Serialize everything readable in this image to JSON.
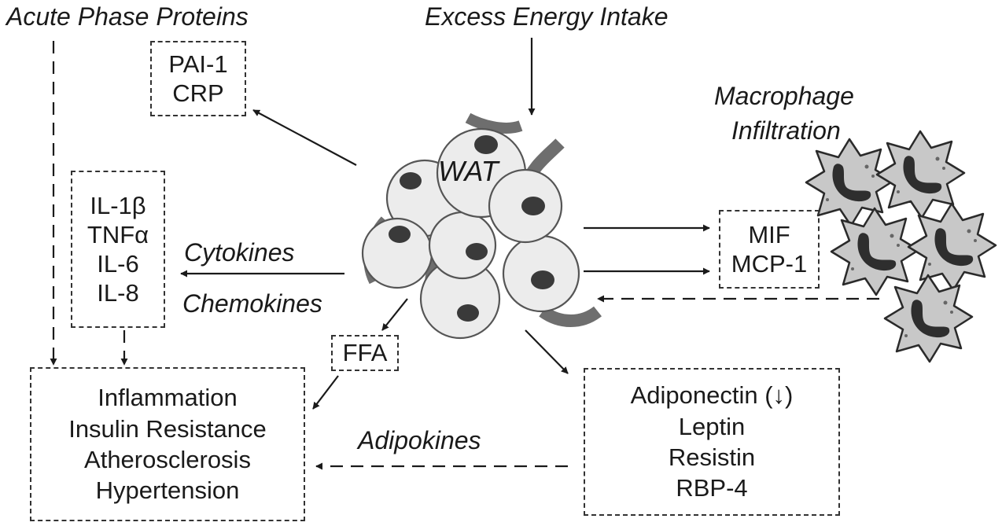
{
  "labels": {
    "acute_phase": "Acute Phase Proteins",
    "excess_energy": "Excess Energy Intake",
    "macrophage": [
      "Macrophage",
      "Infiltration"
    ],
    "wat": "WAT",
    "cytokines": "Cytokines",
    "chemokines": "Chemokines",
    "adipokines": "Adipokines"
  },
  "boxes": {
    "acute": [
      "PAI-1",
      "CRP"
    ],
    "cytokine_list": [
      "IL-1β",
      "TNFα",
      "IL-6",
      "IL-8"
    ],
    "ffa": [
      "FFA"
    ],
    "mif": [
      "MIF",
      "MCP-1"
    ],
    "outcomes": [
      "Inflammation",
      "Insulin Resistance",
      "Atherosclerosis",
      "Hypertension"
    ],
    "adipokine_list": [
      "Adiponectin (↓)",
      "Leptin",
      "Resistin",
      "RBP-4"
    ]
  },
  "colors": {
    "ink": "#1a1a1a",
    "cell_fill": "#ececec",
    "nucleus": "#3a3a3a",
    "vessel": "#6e6e6e",
    "macrophage_fill": "#c8c8c8"
  }
}
